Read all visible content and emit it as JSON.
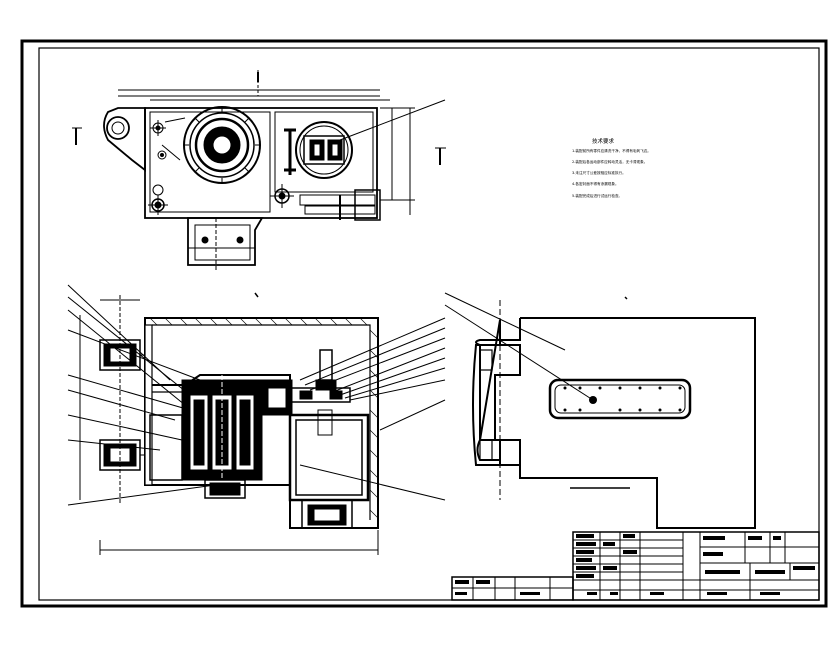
{
  "drawing": {
    "notes_title": "技术要求",
    "notes_lines": [
      "1.装配前所有零件应清洗干净，不得有毛刺飞边。",
      "2.装配后各运动部件应转动灵活，无卡滞现象。",
      "3.未注尺寸公差按相应标准执行。",
      "4.各密封面不得有渗漏现象。",
      "5.装配完成后进行试运行检查。"
    ],
    "colors": {
      "line": "#000000",
      "background": "#ffffff"
    }
  }
}
